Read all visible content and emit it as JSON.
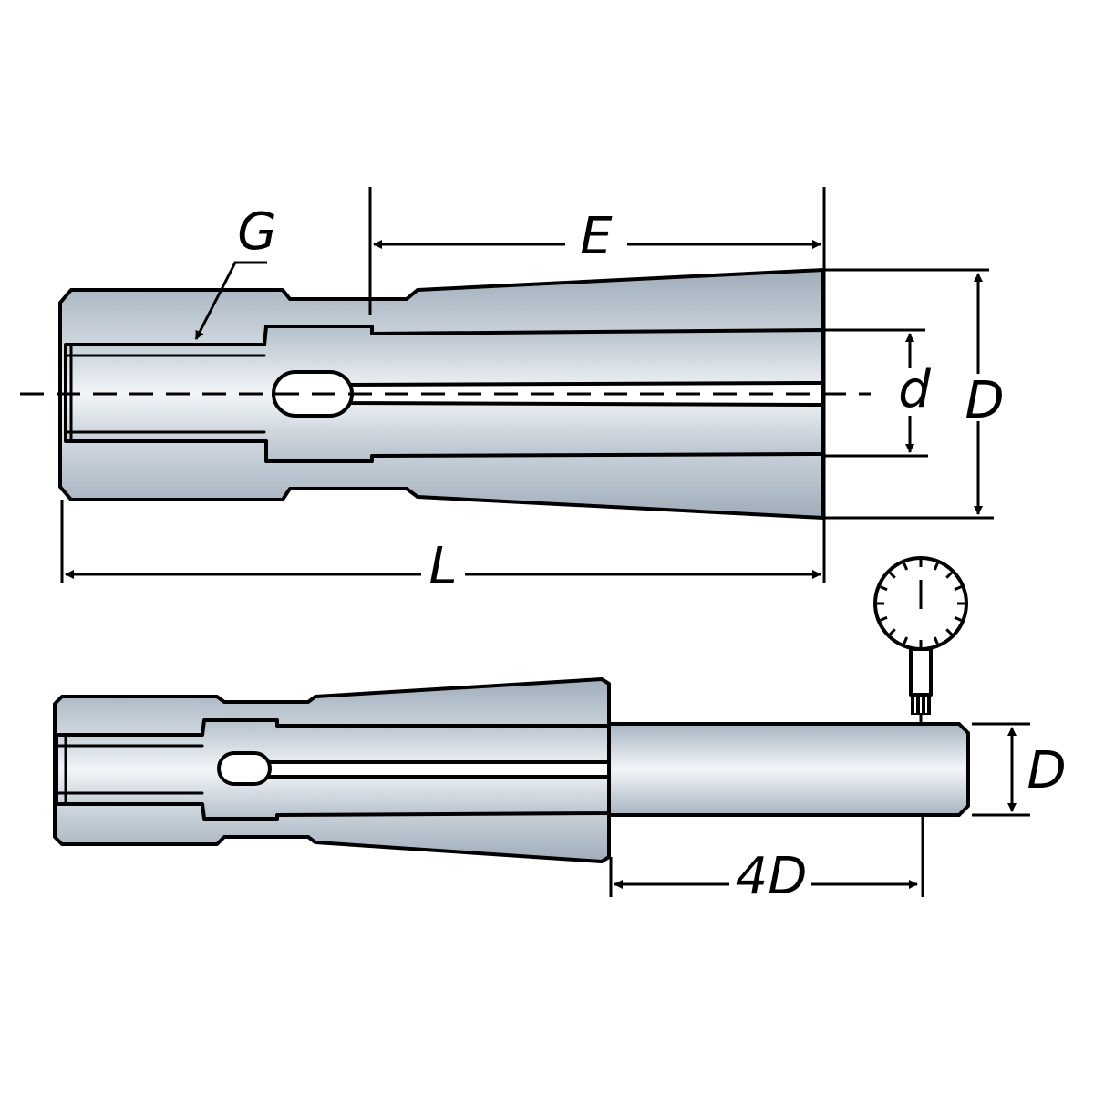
{
  "diagram": {
    "labels": {
      "thread": "G",
      "taper_length": "E",
      "bore": "d",
      "outer_diameter": "D",
      "overall_length": "L",
      "test_diameter": "D",
      "test_distance": "4D"
    },
    "colors": {
      "steel_dark": "#9fadba",
      "steel_light": "#eef2f6",
      "outline": "#000000",
      "background": "#ffffff"
    },
    "icons": [
      "dial-indicator-icon"
    ]
  }
}
